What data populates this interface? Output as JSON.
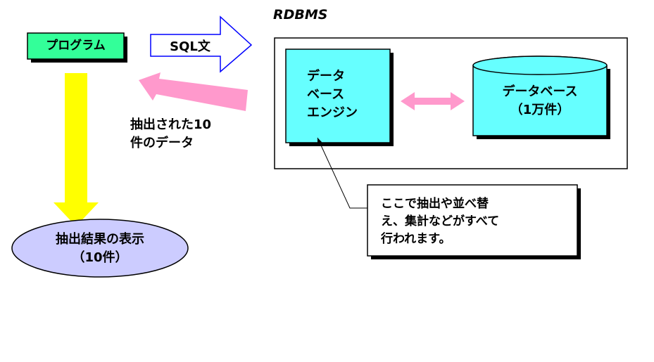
{
  "title": "RDBMS",
  "program": {
    "label": "プログラム"
  },
  "sql_arrow": {
    "label": "SQL文"
  },
  "engine": {
    "label": "データ\nベース\nエンジン"
  },
  "database": {
    "label": "データベース\n（1万件）"
  },
  "extracted": {
    "label": "抽出された10\n件のデータ"
  },
  "result": {
    "label": "抽出結果の表示\n（10件）"
  },
  "note": {
    "label": "ここで抽出や並べ替\nえ、集計などがすべて\n行われます。"
  },
  "colors": {
    "program_fill": "#33ff99",
    "engine_fill": "#66ffff",
    "database_fill": "#66ffff",
    "result_fill": "#ccccff",
    "down_arrow": "#ffff00",
    "pink_arrow": "#ff99cc",
    "sql_arrow_stroke": "#0000ff"
  }
}
